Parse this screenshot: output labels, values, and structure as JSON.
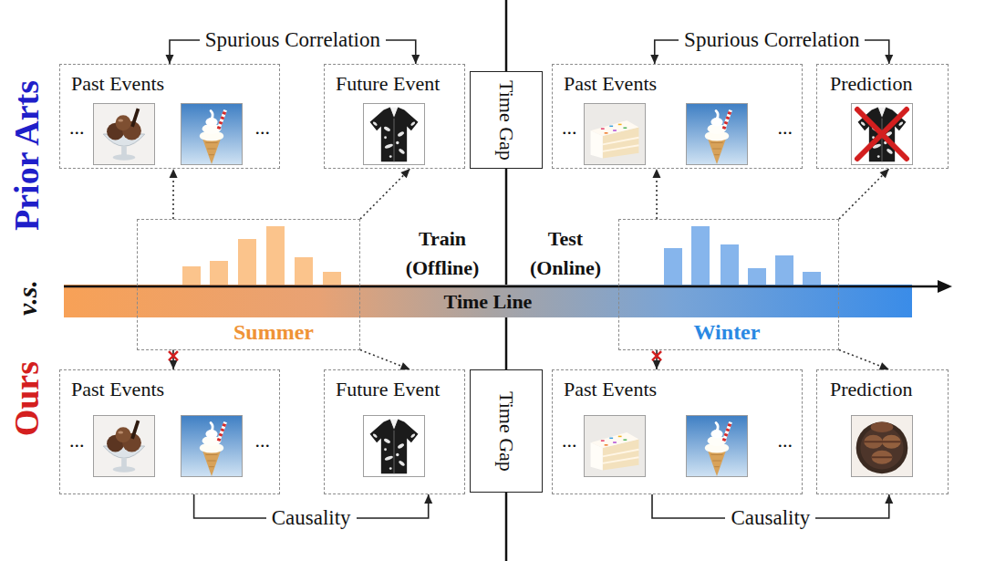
{
  "diagram": {
    "nodes": [
      {
        "text": [
          "Past Events",
          "...",
          "..."
        ]
      },
      {
        "text": [
          "Future Event"
        ]
      },
      {
        "text": [
          "Time Gap"
        ]
      },
      {
        "text": [
          "Past Events",
          "...",
          "..."
        ]
      },
      {
        "text": [
          "Prediction"
        ]
      },
      {
        "text": [
          "Summer"
        ]
      },
      {
        "text": [
          "Time Line"
        ]
      },
      {
        "text": [
          "Winter"
        ]
      },
      {
        "text": [
          "Past Events",
          "...",
          "..."
        ]
      },
      {
        "text": [
          "Future Event"
        ]
      },
      {
        "text": [
          "Time Gap"
        ]
      },
      {
        "text": [
          "Past Events",
          "...",
          "..."
        ]
      },
      {
        "text": [
          "Prediction"
        ]
      }
    ],
    "edges": [
      {
        "from": 0,
        "to": 1,
        "arrow": "both",
        "label": "Spurious Correlation"
      },
      {
        "from": 3,
        "to": 4,
        "arrow": "both",
        "label": "Spurious Correlation"
      },
      {
        "from": 5,
        "to": 0,
        "arrow": "to"
      },
      {
        "from": 5,
        "to": 1,
        "arrow": "to"
      },
      {
        "from": 7,
        "to": 3,
        "arrow": "to"
      },
      {
        "from": 7,
        "to": 4,
        "arrow": "to"
      },
      {
        "from": 5,
        "to": 8,
        "arrow": "to"
      },
      {
        "from": 5,
        "to": 9,
        "arrow": "to"
      },
      {
        "from": 7,
        "to": 11,
        "arrow": "to"
      },
      {
        "from": 7,
        "to": 12,
        "arrow": "to"
      },
      {
        "from": 8,
        "to": 9,
        "arrow": "to",
        "label": "Causality"
      },
      {
        "from": 11,
        "to": 12,
        "arrow": "to",
        "label": "Causality"
      }
    ],
    "labels": [
      "Prior Arts",
      "v.s.",
      "Ours",
      "Train (Offline)",
      "Test (Online)"
    ]
  }
}
